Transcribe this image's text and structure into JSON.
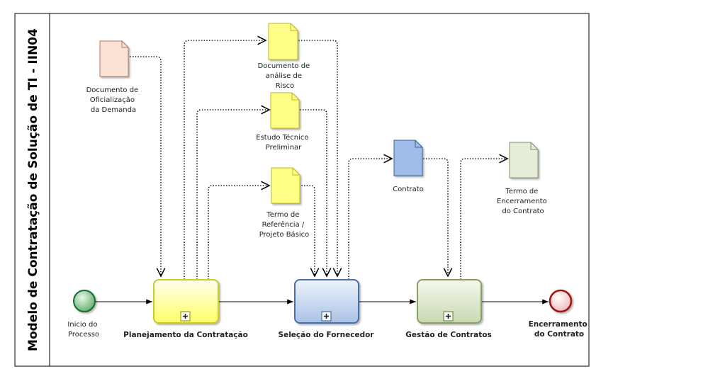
{
  "pool": {
    "title": "Modelo de Contratação de Solução de TI - IIN04"
  },
  "events": {
    "start": {
      "label": [
        "Inicio do",
        "Processo"
      ]
    },
    "end": {
      "label": [
        "Encerramento",
        "do Contrato"
      ]
    }
  },
  "tasks": {
    "planejamento": {
      "label": "Planejamento da Contratação",
      "fill": "#ffff99",
      "stroke": "#c9c930"
    },
    "selecao": {
      "label": "Seleção do Fornecedor",
      "fill": "#c8d8f0",
      "stroke": "#4a6ea8"
    },
    "gestao": {
      "label": "Gestão de Contratos",
      "fill": "#dde8c9",
      "stroke": "#8aa064"
    }
  },
  "documents": {
    "oficializacao": {
      "label": [
        "Documento de",
        "Oficialização",
        "da Demanda"
      ],
      "fill": "#fbe3d6"
    },
    "analise_risco": {
      "label": [
        "Documento de",
        "análise de",
        "Risco"
      ],
      "fill": "#ffff88"
    },
    "estudo_tecnico": {
      "label": [
        "Estudo Técnico",
        "Preliminar"
      ],
      "fill": "#ffff88"
    },
    "termo_referencia": {
      "label": [
        "Termo de",
        "Referência /",
        "Projeto Básico"
      ],
      "fill": "#ffff88"
    },
    "contrato": {
      "label": [
        "Contrato"
      ],
      "fill": "#9fbde8"
    },
    "termo_encerramento": {
      "label": [
        "Termo de",
        "Encerramento",
        "do Contrato"
      ],
      "fill": "#e6eedb"
    }
  }
}
